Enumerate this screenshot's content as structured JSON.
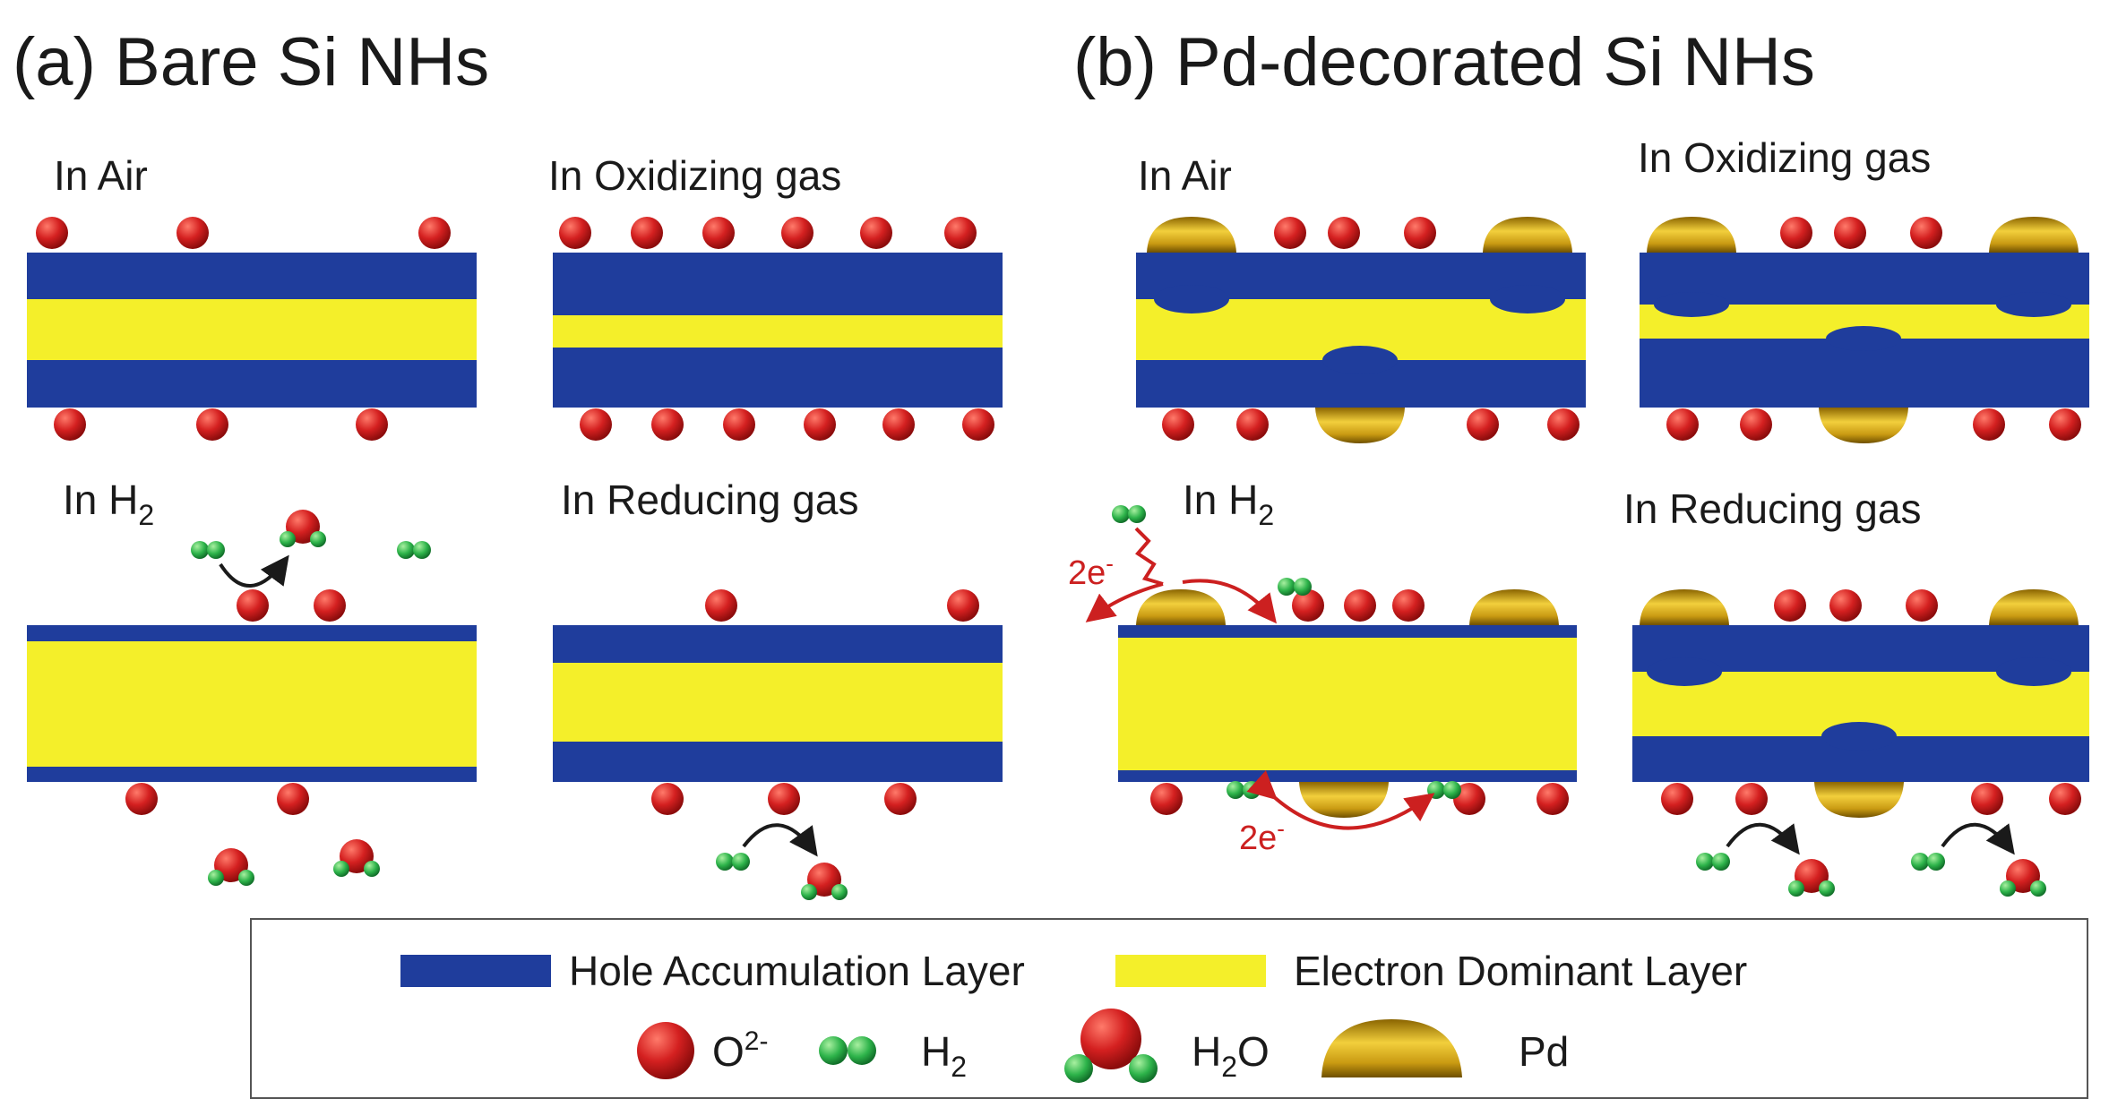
{
  "panels": {
    "a": {
      "title": "(a) Bare Si NHs",
      "labels": {
        "air": "In Air",
        "oxidizing": "In Oxidizing gas",
        "h2_prefix": "In H",
        "h2_sub": "2",
        "reducing": "In Reducing gas"
      }
    },
    "b": {
      "title": "(b) Pd-decorated Si NHs",
      "labels": {
        "air": "In Air",
        "oxidizing": "In Oxidizing gas",
        "h2_prefix": "In H",
        "h2_sub": "2",
        "reducing": "In Reducing gas"
      }
    }
  },
  "electron_label": {
    "main": "2e",
    "sup": "-"
  },
  "legend": {
    "hole_layer": "Hole Accumulation Layer",
    "electron_layer": "Electron Dominant Layer",
    "oxygen_main": "O",
    "oxygen_sup": "2-",
    "h2_main": "H",
    "h2_sub": "2",
    "h2o_main": "H",
    "h2o_sub": "2",
    "h2o_tail": "O",
    "pd": "Pd"
  },
  "colors": {
    "hole_layer": "#1f3d9c",
    "electron_layer": "#f4ef2a",
    "oxygen": "#d42020",
    "hydrogen": "#2db34a",
    "palladium": "#c99a12",
    "electron_arrow": "#cc2020"
  }
}
